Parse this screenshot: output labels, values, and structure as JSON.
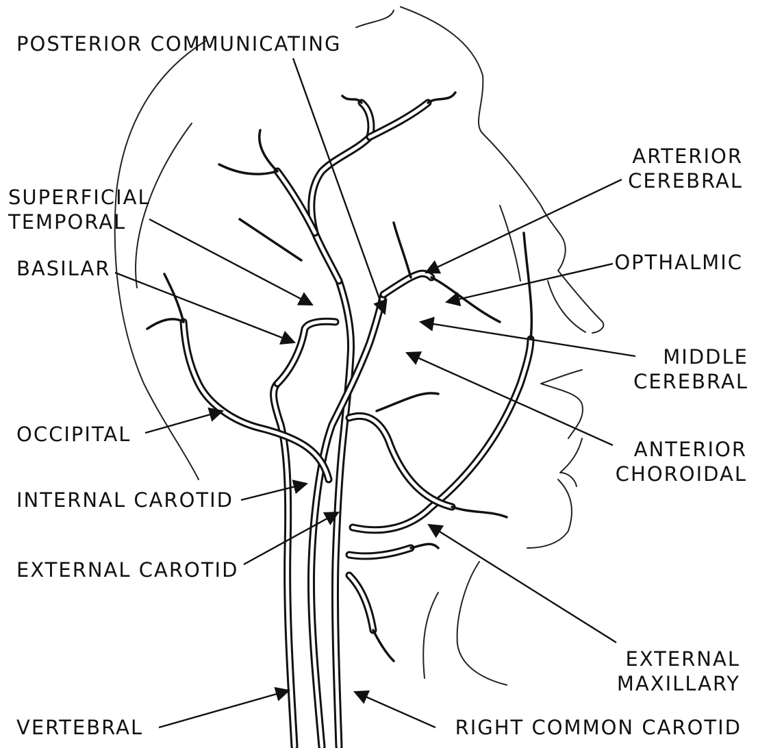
{
  "labels": {
    "posterior_communicating": "POSTERIOR COMMUNICATING",
    "arterior_cerebral": [
      "ARTERIOR",
      "CEREBRAL"
    ],
    "superficial_temporal": [
      "SUPERFICIAL",
      "TEMPORAL"
    ],
    "opthalmic": "OPTHALMIC",
    "basilar": "BASILAR",
    "middle_cerebral": [
      "MIDDLE",
      "CEREBRAL"
    ],
    "occipital": "OCCIPITAL",
    "anterior_choroidal": [
      "ANTERIOR",
      "CHOROIDAL"
    ],
    "internal_carotid": "INTERNAL CAROTID",
    "external_carotid": "EXTERNAL CAROTID",
    "external_maxillary": [
      "EXTERNAL",
      "MAXILLARY"
    ],
    "vertebral": "VERTEBRAL",
    "right_common_carotid": "RIGHT COMMON CAROTID"
  }
}
